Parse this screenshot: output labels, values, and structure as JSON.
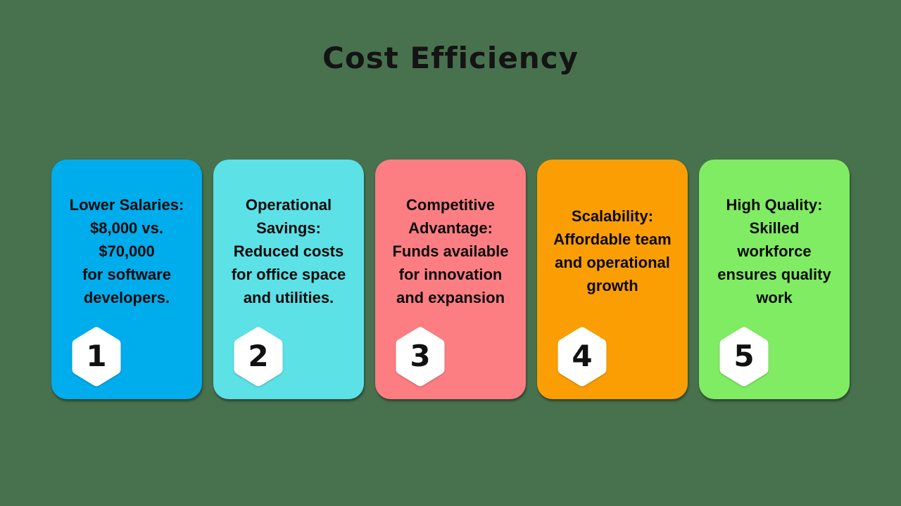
{
  "title": "Cost Efficiency",
  "colors": {
    "background": "#48724E",
    "title_text": "#141414",
    "card_text": "#0B0B0B",
    "badge_fill": "#FFFFFF",
    "badge_number": "#111111"
  },
  "cards": [
    {
      "id": "lower-salaries",
      "number": "1",
      "color": "#00ADEC",
      "lines": [
        "Lower Salaries:",
        "$8,000 vs.",
        "$70,000",
        "for software",
        "developers."
      ]
    },
    {
      "id": "operational-savings",
      "number": "2",
      "color": "#5CE1E6",
      "lines": [
        "Operational",
        "Savings:",
        "Reduced costs",
        "for office space",
        "and utilities."
      ]
    },
    {
      "id": "competitive-advantage",
      "number": "3",
      "color": "#FC7E83",
      "lines": [
        "Competitive",
        "Advantage:",
        "Funds available",
        "for innovation",
        "and expansion"
      ]
    },
    {
      "id": "scalability",
      "number": "4",
      "color": "#FB9E04",
      "lines": [
        "Scalability:",
        "Affordable team",
        "and operational",
        "growth"
      ]
    },
    {
      "id": "high-quality",
      "number": "5",
      "color": "#80EC63",
      "lines": [
        "High Quality:",
        "Skilled",
        "workforce",
        "ensures quality",
        "work"
      ]
    }
  ]
}
